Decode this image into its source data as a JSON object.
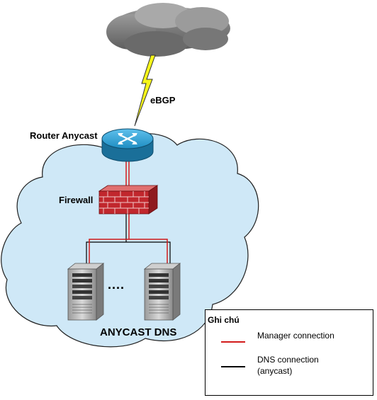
{
  "labels": {
    "ebgp": "eBGP",
    "router": "Router Anycast",
    "firewall": "Firewall",
    "cluster": "ANYCAST DNS",
    "ellipsis": "...."
  },
  "legend": {
    "title": "Ghi chú",
    "items": [
      {
        "label": "Manager connection",
        "color": "#d21b1b"
      },
      {
        "label": "DNS connection (anycast)",
        "color": "#000000"
      }
    ]
  },
  "colors": {
    "network_cloud": "#cfe8f7",
    "internet_cloud": "#7f7f7f",
    "lightning": "#f5f51a",
    "router": "#1d86b6",
    "firewall": "#c1272d",
    "manager_link": "#d21b1b",
    "dns_link": "#000000"
  },
  "icons": [
    "internet-cloud-icon",
    "lightning-bolt-icon",
    "router-icon",
    "firewall-icon",
    "server-icon"
  ]
}
